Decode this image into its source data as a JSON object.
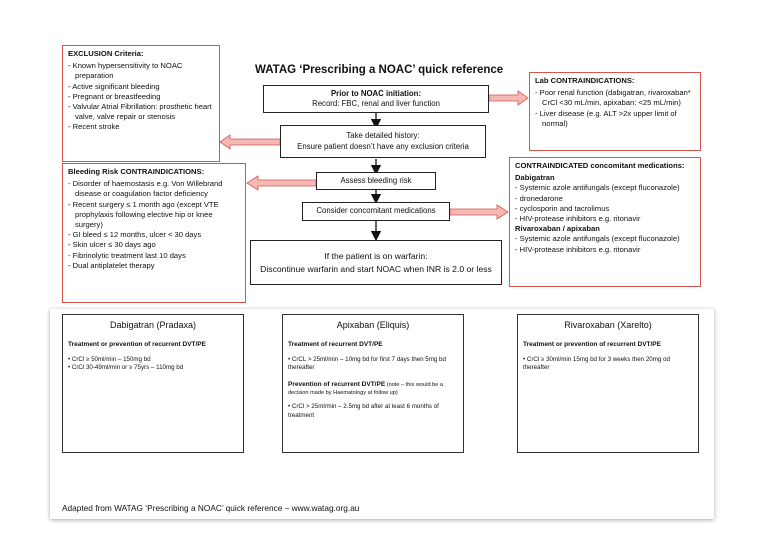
{
  "title": "WATAG ‘Prescribing a NOAC’ quick reference",
  "exclusion": {
    "heading": "EXCLUSION Criteria:",
    "items": [
      "- Known hypersensitivity to NOAC preparation",
      "- Active significant bleeding",
      "- Pregnant or breastfeeding",
      "- Valvular Atrial Fibrillation: prosthetic heart valve, valve repair or stenosis",
      "- Recent stroke"
    ]
  },
  "bleeding": {
    "heading": "Bleeding Risk CONTRAINDICATIONS:",
    "items": [
      "-   Disorder of haemostasis e.g. Von Willebrand disease or coagulation factor deficiency",
      "-   Recent surgery ≤ 1 month ago (except VTE prophylaxis following elective hip or knee surgery)",
      "- GI bleed ≤ 12 months, ulcer < 30 days",
      "- Skin ulcer ≤ 30 days ago",
      "- Fibrinolytic treatment last 10 days",
      "- Dual antiplatelet therapy"
    ]
  },
  "lab": {
    "heading": "Lab CONTRAINDICATIONS:",
    "items": [
      "- Poor renal function (dabigatran, rivaroxaban* CrCl <30 mL/min, apixaban: <25 mL/min)",
      "- Liver disease (e.g.  ALT >2x upper limit of normal)"
    ]
  },
  "concomitant": {
    "heading": "CONTRAINDICATED concomitant medications:",
    "dabigatran_heading": "Dabigatran",
    "dabigatran_items": [
      "- Systemic azole antifungals (except fluconazole)",
      "- dronedarone",
      "- cyclosporin and tacrolimus",
      "- HIV-protease inhibitors e.g. ritonavir"
    ],
    "rivaroxaban_heading": "Rivaroxaban / apixaban",
    "rivaroxaban_items": [
      "- Systemic azole antifungals (except fluconazole)",
      "- HIV-protease inhibitors e.g. ritonavir"
    ]
  },
  "flow": {
    "step1_title": "Prior to NOAC initiation:",
    "step1_text": "Record: FBC, renal and liver function",
    "step2_line1": "Take detailed history:",
    "step2_line2": "Ensure patient doesn’t have any exclusion criteria",
    "step3": "Assess bleeding risk",
    "step4": "Consider concomitant medications",
    "step5_line1": "If the patient is on warfarin:",
    "step5_line2": "Discontinue warfarin and start NOAC when INR is 2.0 or less"
  },
  "drugs": {
    "dabigatran": {
      "name": "Dabigatran (Pradaxa)",
      "section1": "Treatment or prevention of recurrent DVT/PE",
      "lines1": [
        "• CrCl ≥ 50ml/min – 150mg bd",
        "• CrCl 30-49ml/min or ≥ 75yrs – 110mg bd"
      ]
    },
    "apixaban": {
      "name": "Apixaban (Eliquis)",
      "section1": "Treatment of recurrent DVT/PE",
      "lines1": [
        "• CrCL > 25ml/min – 10mg bd for first 7 days then 5mg bd thereafter"
      ],
      "section2": "Prevention of recurrent DVT/PE",
      "section2_note": " (note – this would be a decision made by Haematology at follow up)",
      "lines2": [
        "• CrCl > 25ml/min – 2.5mg bd after at least 6 months of treatment"
      ]
    },
    "rivaroxaban": {
      "name": "Rivaroxaban (Xarelto)",
      "section1": "Treatment or prevention of recurrent DVT/PE",
      "lines1": [
        "• CrCl ≥ 30ml/min 15mg bd for 3 weeks then 20mg od thereafter"
      ]
    }
  },
  "footer": "Adapted from WATAG ‘Prescribing a NOAC’ quick reference – www.watag.org.au",
  "colors": {
    "accent_red": "#d9534f",
    "box_border": "#222222"
  }
}
